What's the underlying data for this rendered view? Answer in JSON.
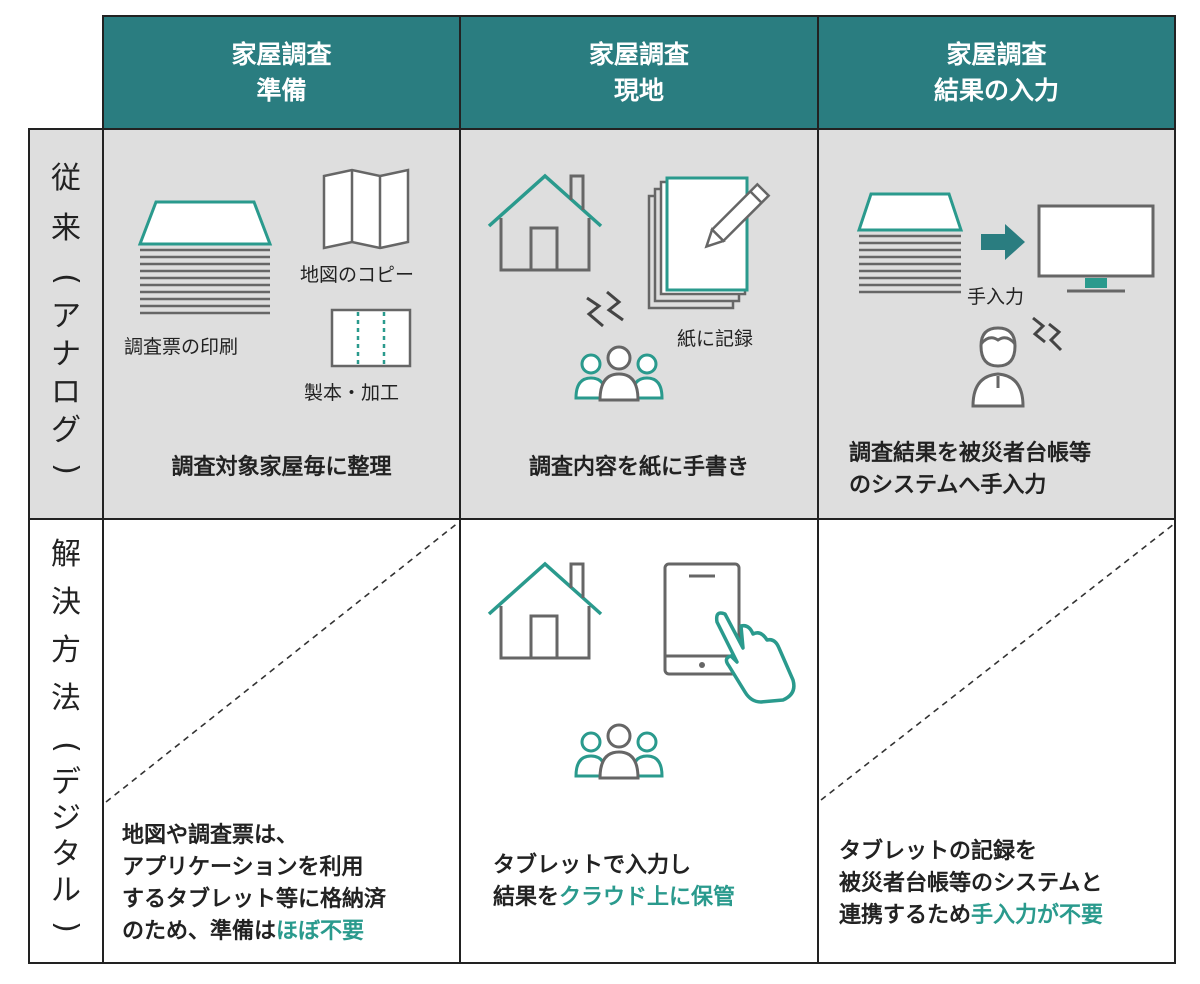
{
  "columns": [
    {
      "line1": "家屋調査",
      "line2": "準備"
    },
    {
      "line1": "家屋調査",
      "line2": "現地"
    },
    {
      "line1": "家屋調査",
      "line2": "結果の入力"
    }
  ],
  "rows": {
    "analog": {
      "label_main": [
        "従",
        "来"
      ],
      "label_paren": [
        "(",
        "ア",
        "ナ",
        "ロ",
        "グ",
        ")"
      ]
    },
    "digital": {
      "label_main": [
        "解",
        "決",
        "方",
        "法"
      ],
      "label_paren": [
        "(",
        "デ",
        "ジ",
        "タ",
        "ル",
        ")"
      ]
    }
  },
  "analog_cells": {
    "prep": {
      "labels": {
        "print": "調査票の印刷",
        "map": "地図のコピー",
        "bind": "製本・加工"
      },
      "caption": "調査対象家屋毎に整理"
    },
    "site": {
      "labels": {
        "record": "紙に記録"
      },
      "caption": "調査内容を紙に手書き"
    },
    "input": {
      "labels": {
        "manual": "手入力"
      },
      "caption_line1": "調査結果を被災者台帳等",
      "caption_line2": "のシステムへ手入力"
    }
  },
  "digital_cells": {
    "prep": {
      "line1": "地図や調査票は、",
      "line2": "アプリケーションを利用",
      "line3": "するタブレット等に格納済",
      "line4_a": "のため、準備は",
      "line4_b": "ほぼ不要"
    },
    "site": {
      "line1": "タブレットで入力し",
      "line2_a": "結果を",
      "line2_b": "クラウド上に保管"
    },
    "input": {
      "line1": "タブレットの記録を",
      "line2": "被災者台帳等のシステムと",
      "line3_a": "連携するため",
      "line3_b": "手入力が不要"
    }
  },
  "colors": {
    "teal_header": "#2a7d80",
    "accent": "#2a9a8d",
    "gray_cell": "#dedede",
    "icon_gray": "#666666"
  }
}
